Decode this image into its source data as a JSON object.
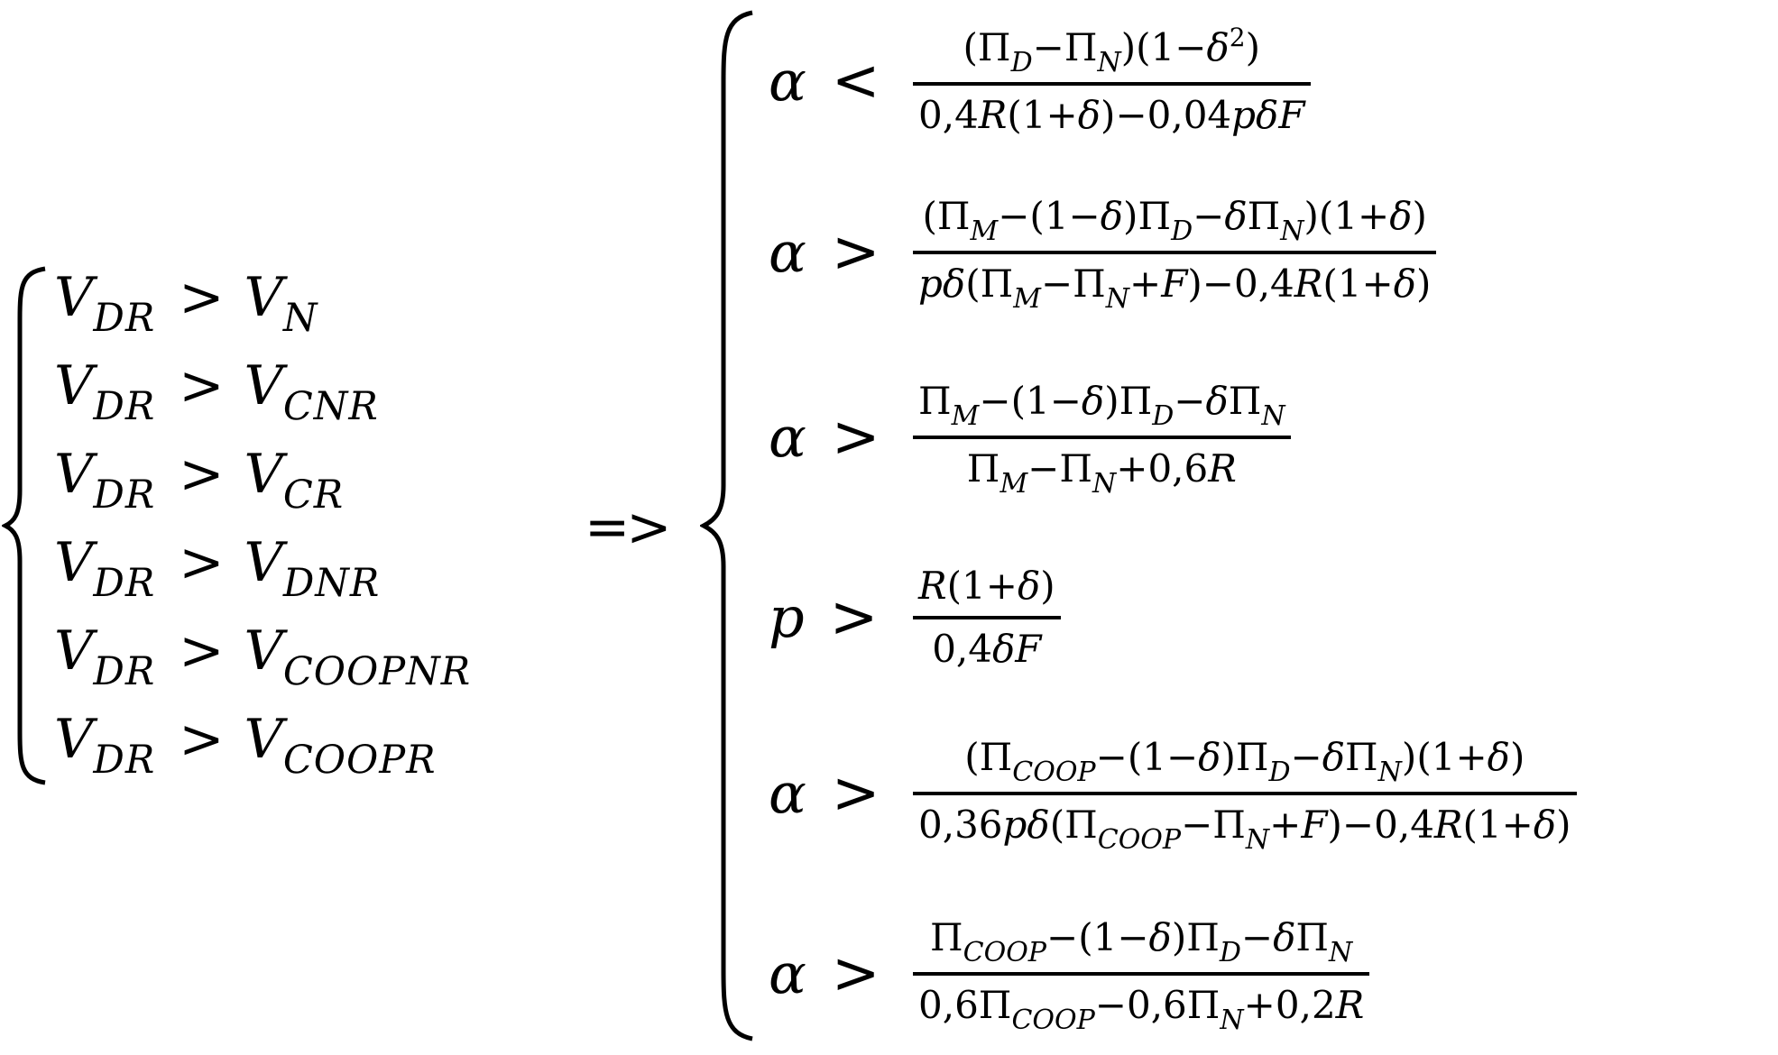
{
  "system_left": [
    {
      "lhs": "V",
      "lhs_sub": "DR",
      "op": ">",
      "rhs": "V",
      "rhs_sub": "N"
    },
    {
      "lhs": "V",
      "lhs_sub": "DR",
      "op": ">",
      "rhs": "V",
      "rhs_sub": "CNR"
    },
    {
      "lhs": "V",
      "lhs_sub": "DR",
      "op": ">",
      "rhs": "V",
      "rhs_sub": "CR"
    },
    {
      "lhs": "V",
      "lhs_sub": "DR",
      "op": ">",
      "rhs": "V",
      "rhs_sub": "DNR"
    },
    {
      "lhs": "V",
      "lhs_sub": "DR",
      "op": ">",
      "rhs": "V",
      "rhs_sub": "COOPNR"
    },
    {
      "lhs": "V",
      "lhs_sub": "DR",
      "op": ">",
      "rhs": "V",
      "rhs_sub": "COOPR"
    }
  ],
  "implies": "=>",
  "system_right": [
    {
      "var": "α",
      "op": "<"
    },
    {
      "var": "α",
      "op": ">"
    },
    {
      "var": "α",
      "op": ">"
    },
    {
      "var": "p",
      "op": ">"
    },
    {
      "var": "α",
      "op": ">"
    },
    {
      "var": "α",
      "op": ">"
    }
  ],
  "tokens": {
    "lp": "(",
    "rp": ")",
    "Pi": "Π",
    "minus": "−",
    "plus": "+",
    "one": "1",
    "delta": "δ",
    "sq": "2",
    "D": "D",
    "N": "N",
    "M": "M",
    "COOP": "COOP",
    "R": "R",
    "F": "F",
    "p": "p",
    "c04": "0,4",
    "c004": "0,04",
    "c06": "0,6",
    "c036": "0,36",
    "c02": "0,2"
  }
}
